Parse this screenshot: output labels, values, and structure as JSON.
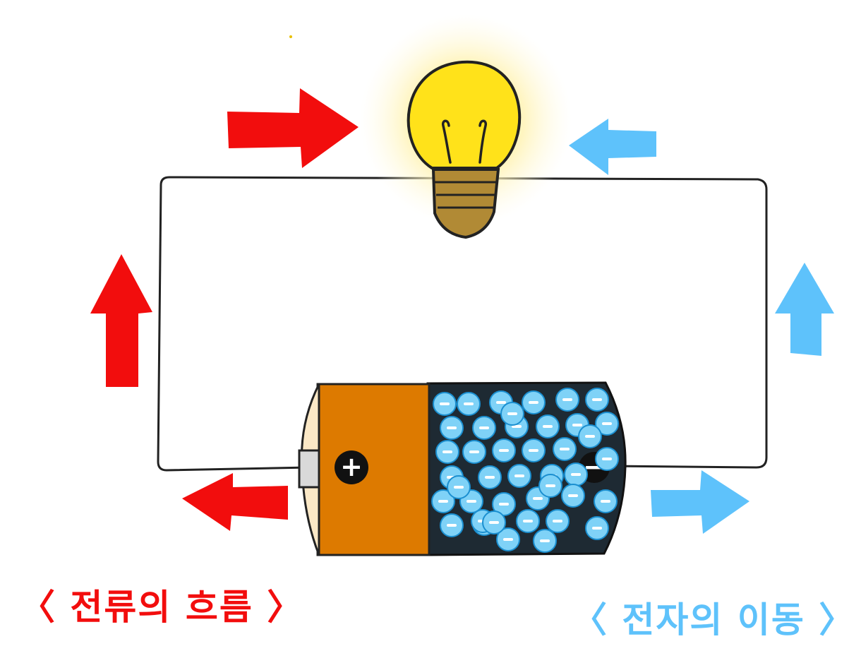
{
  "labels": {
    "current_flow": "〈 전류의 흐름 〉",
    "electron_flow": "〈 전자의 이동 〉"
  },
  "battery": {
    "positive_symbol": "+",
    "negative_symbol": "−",
    "electron_symbol": "−",
    "electron_count": 42
  },
  "colors": {
    "current_arrow": "#f20d0d",
    "electron_arrow": "#5ec2fb",
    "bulb_glass": "#ffe21a",
    "bulb_glow": "#fff3a8",
    "bulb_base": "#b18a35",
    "battery_positive": "#dd7a00",
    "battery_cap": "#fbe8c6",
    "battery_negative": "#1e2a33",
    "electron": "#7fd2f7",
    "wire": "#222222"
  }
}
